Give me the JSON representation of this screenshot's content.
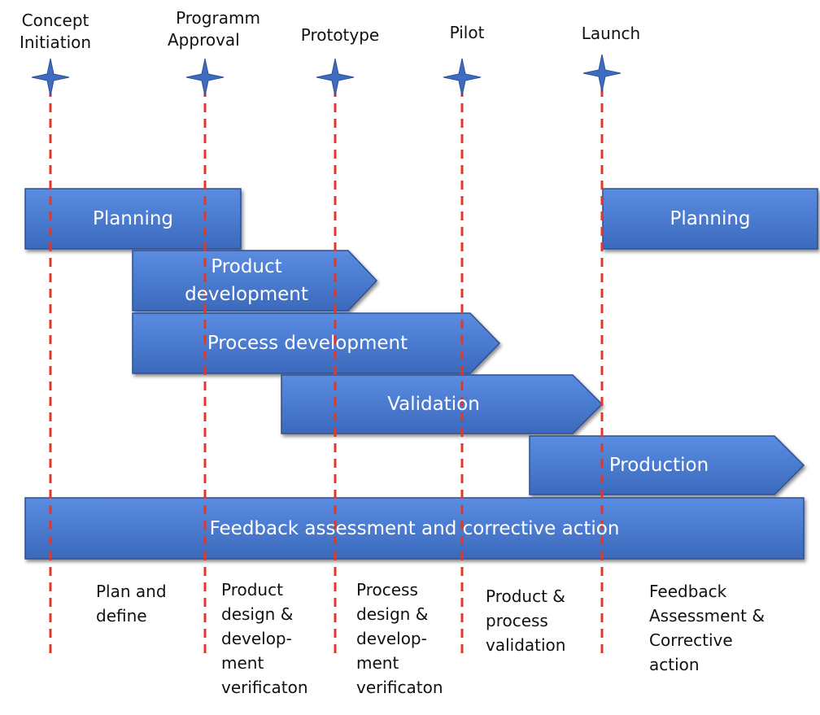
{
  "milestones": [
    {
      "label_lines": [
        "Concept",
        "Initiation"
      ]
    },
    {
      "label_lines": [
        "Programm",
        "Approval"
      ]
    },
    {
      "label_lines": [
        "Prototype"
      ]
    },
    {
      "label_lines": [
        "Pilot"
      ]
    },
    {
      "label_lines": [
        "Launch"
      ]
    }
  ],
  "bars": {
    "planning_left": [
      "Planning"
    ],
    "product_development": [
      "Product",
      "development"
    ],
    "process_development": [
      "Process development"
    ],
    "validation": [
      "Validation"
    ],
    "production": [
      "Production"
    ],
    "planning_right": [
      "Planning"
    ],
    "feedback": [
      "Feedback assessment and corrective action"
    ]
  },
  "phases": [
    {
      "lines": [
        "Plan and",
        "define"
      ]
    },
    {
      "lines": [
        "Product",
        "design &",
        "develop-",
        "ment",
        "verificaton"
      ]
    },
    {
      "lines": [
        "Process",
        "design &",
        "develop-",
        "ment",
        "verificaton"
      ]
    },
    {
      "lines": [
        "Product &",
        "process",
        "validation"
      ]
    },
    {
      "lines": [
        "Feedback",
        "Assessment &",
        "Corrective",
        "action"
      ]
    }
  ],
  "colors": {
    "bar_fill": "#4a7bd0",
    "bar_stroke": "#2f4f8f",
    "milestone_star": "#3d6cc0",
    "dashed_line": "#e0392b"
  }
}
